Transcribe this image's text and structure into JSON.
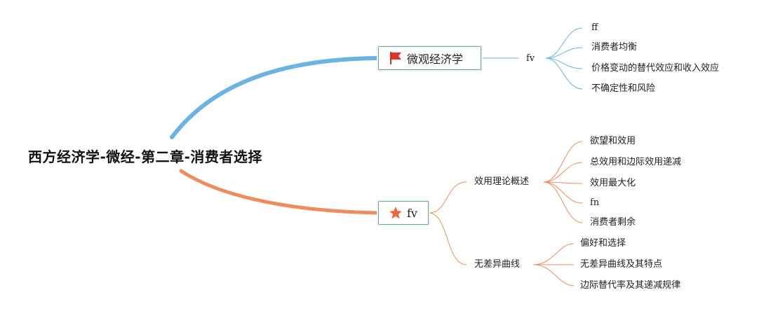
{
  "root": {
    "title": "西方经济学-微经-第二章-消费者选择"
  },
  "branches": {
    "micro": {
      "label": "微观经济学",
      "icon": "red-flag-icon",
      "color": "#6cb3e2",
      "sub": {
        "label": "fv",
        "children": [
          "ff",
          "消费者均衡",
          "价格变动的替代效应和收入效应",
          "不确定性和风险"
        ]
      }
    },
    "fv": {
      "label": "fv",
      "icon": "orange-star-icon",
      "color": "#ef8c5e",
      "sub": [
        {
          "label": "效用理论概述",
          "children": [
            "欲望和效用",
            "总效用和边际效用递减",
            "效用最大化",
            "fn",
            "消费者剩余"
          ]
        },
        {
          "label": "无差异曲线",
          "children": [
            "偏好和选择",
            "无差异曲线及其特点",
            "边际替代率及其递减规律"
          ]
        }
      ]
    }
  },
  "colors": {
    "micro_line": "#6cb3e2",
    "fv_line": "#ef8c5e",
    "node_border": "#7aa3a0"
  }
}
